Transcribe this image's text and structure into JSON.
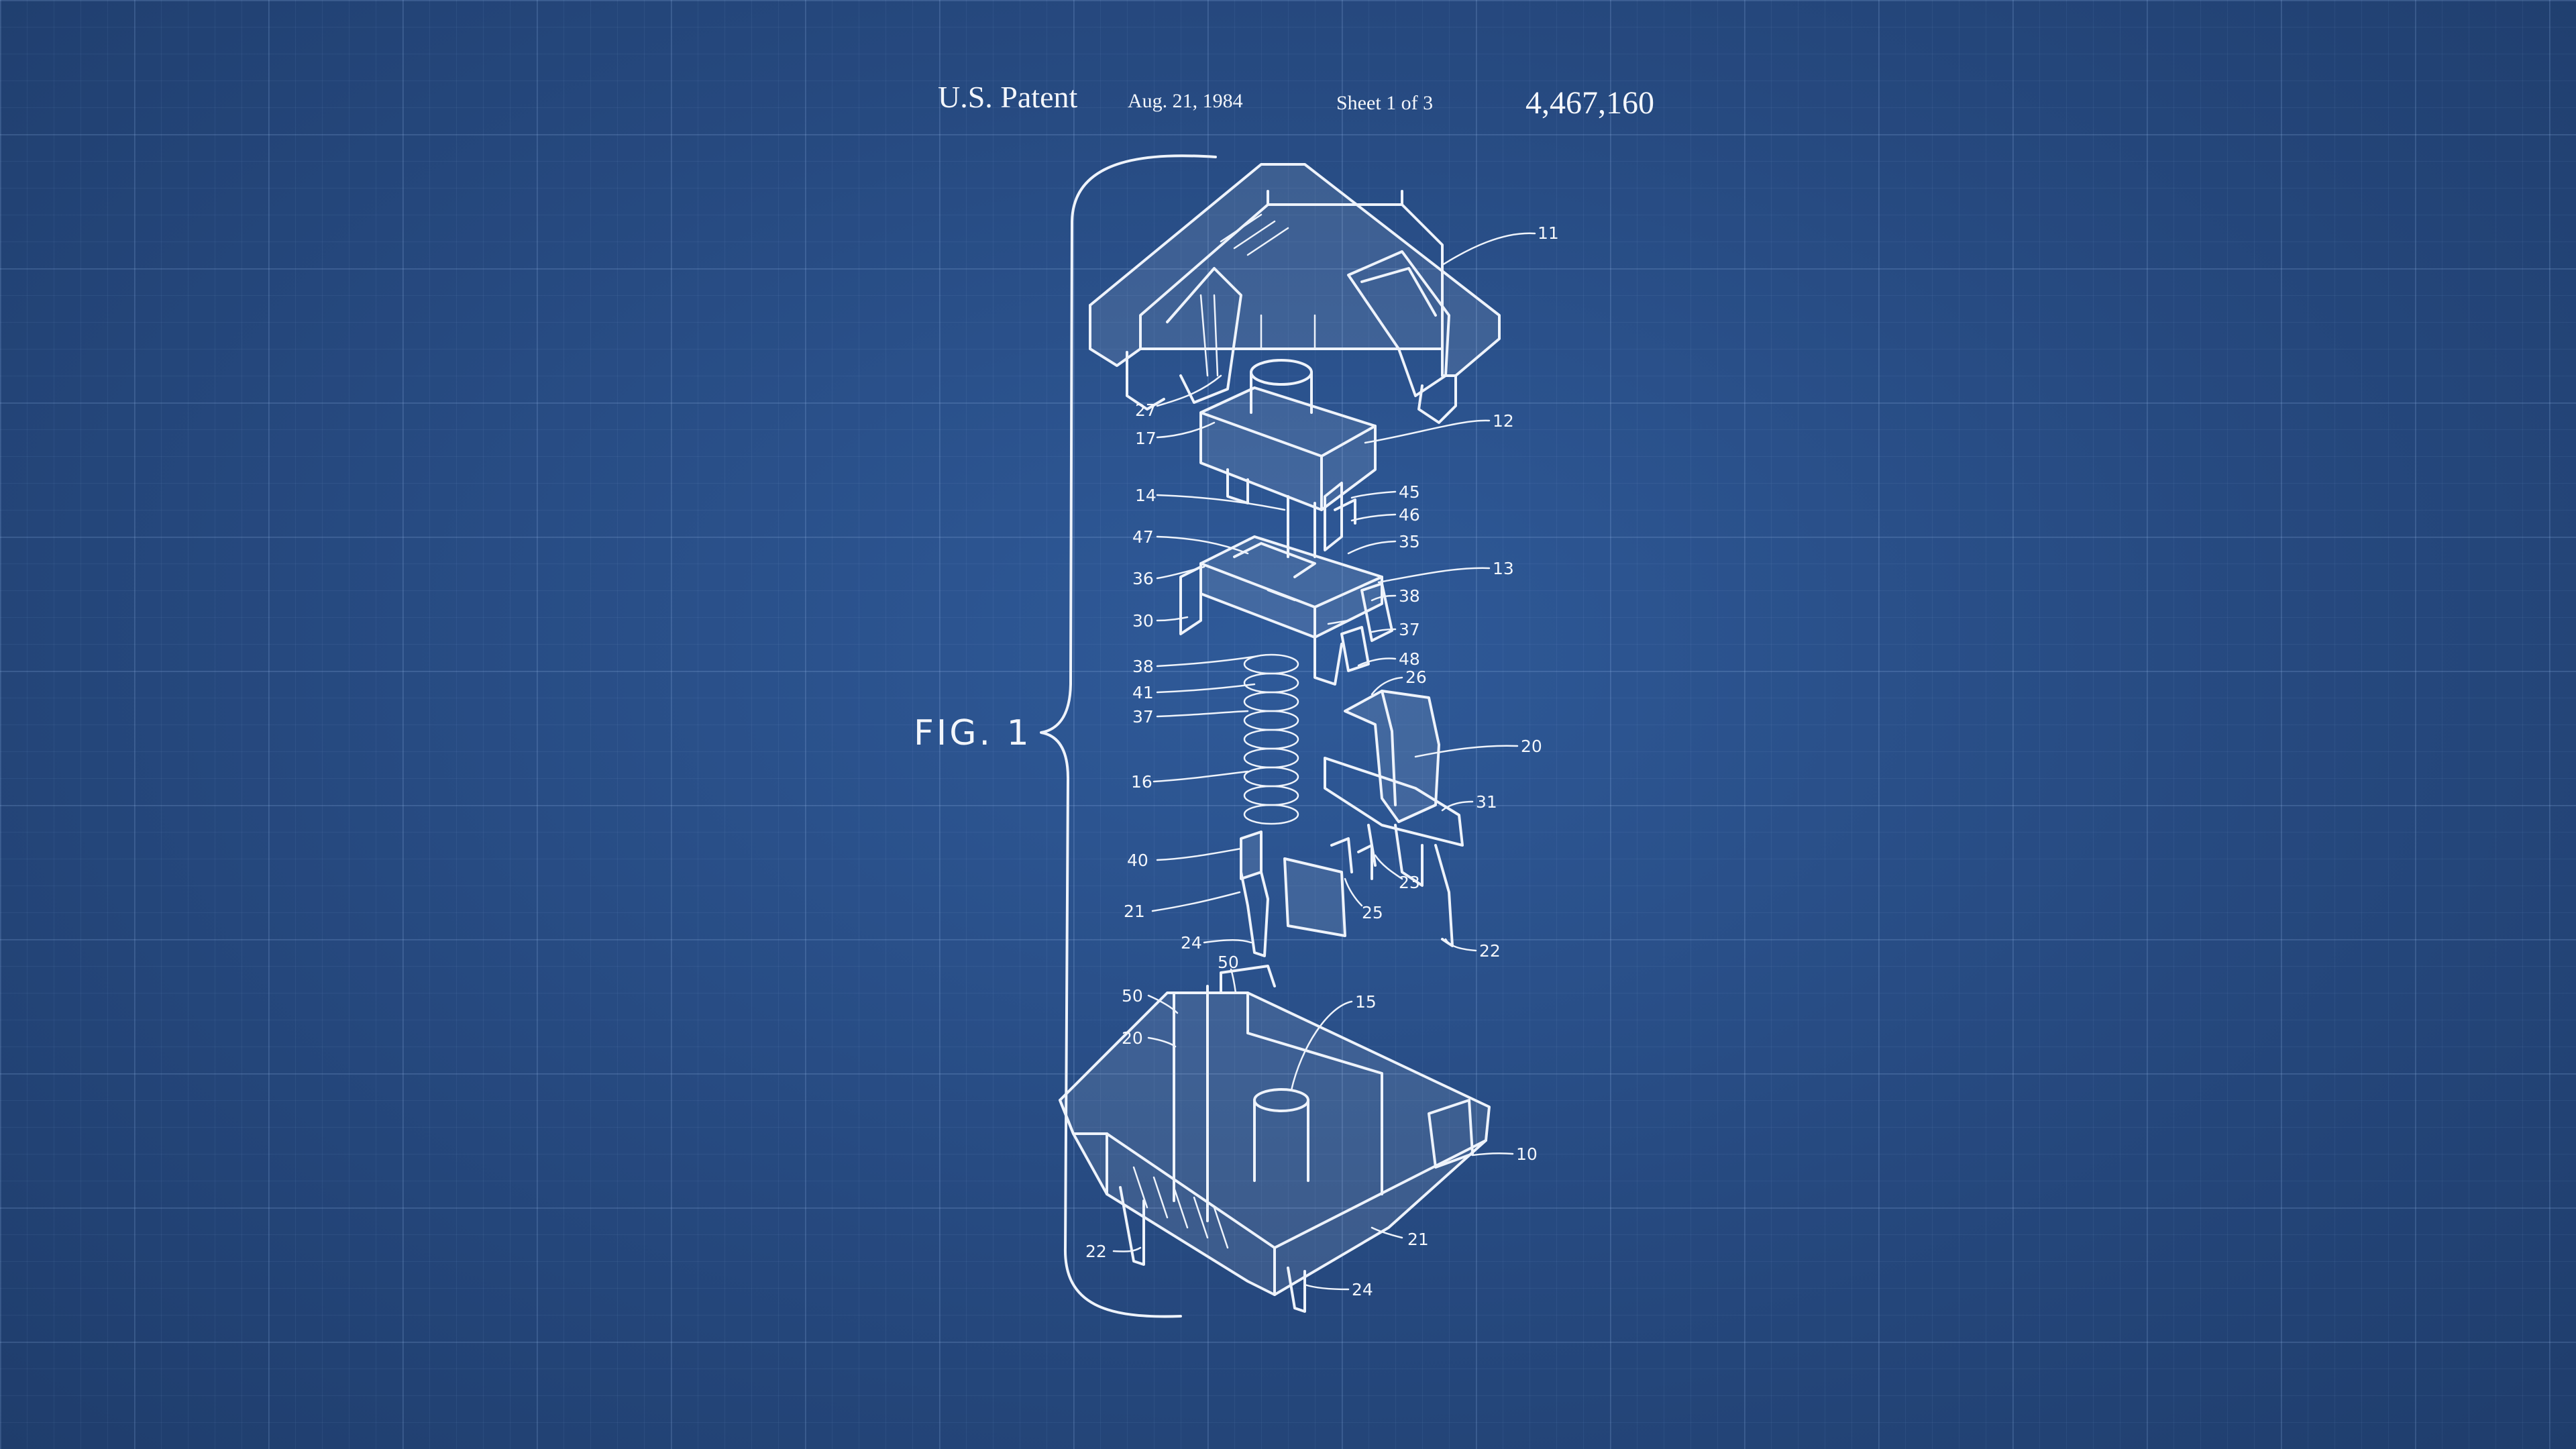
{
  "header": {
    "patent_label": "U.S. Patent",
    "date": "Aug. 21, 1984",
    "sheet": "Sheet 1 of 3",
    "patent_number": "4,467,160"
  },
  "figure": {
    "label": "FIG. 1"
  },
  "callouts": [
    "11",
    "27",
    "17",
    "12",
    "14",
    "45",
    "46",
    "47",
    "35",
    "36",
    "13",
    "30",
    "38",
    "37",
    "38",
    "48",
    "41",
    "26",
    "37",
    "20",
    "16",
    "31",
    "40",
    "23",
    "21",
    "25",
    "24",
    "22",
    "50",
    "50",
    "15",
    "20",
    "10",
    "22",
    "21",
    "24"
  ]
}
